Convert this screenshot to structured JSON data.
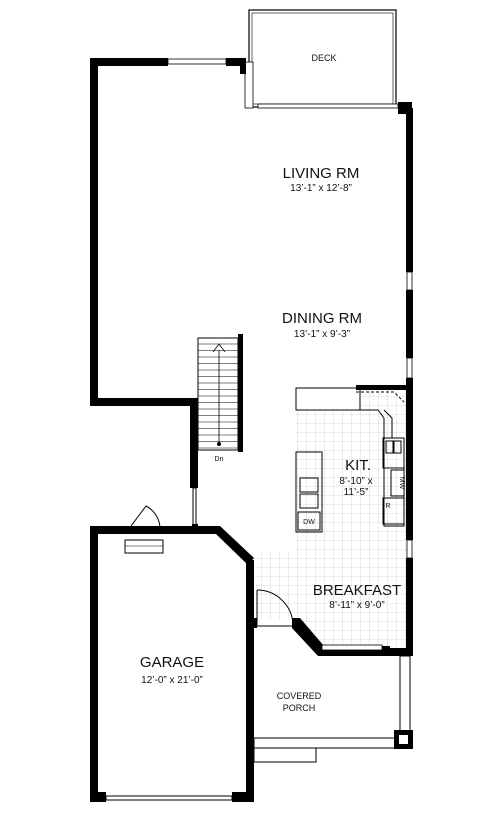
{
  "rooms": {
    "deck": {
      "name": "DECK"
    },
    "living": {
      "name": "LIVING RM",
      "dim": "13’-1” x 12’-8”"
    },
    "dining": {
      "name": "DINING RM",
      "dim": "13’-1” x 9’-3”"
    },
    "kitchen": {
      "name": "KIT.",
      "dim_line1": "8’-10” x",
      "dim_line2": "11’-5”"
    },
    "breakfast": {
      "name": "BREAKFAST",
      "dim": "8’-11” x 9’-0”"
    },
    "garage": {
      "name": "GARAGE",
      "dim": "12’-0” x 21’-0”"
    },
    "porch": {
      "name_line1": "COVERED",
      "name_line2": "PORCH"
    }
  },
  "labels": {
    "stairs_down": "Dn",
    "dishwasher": "DW",
    "microwave": "MW",
    "range": "R"
  }
}
